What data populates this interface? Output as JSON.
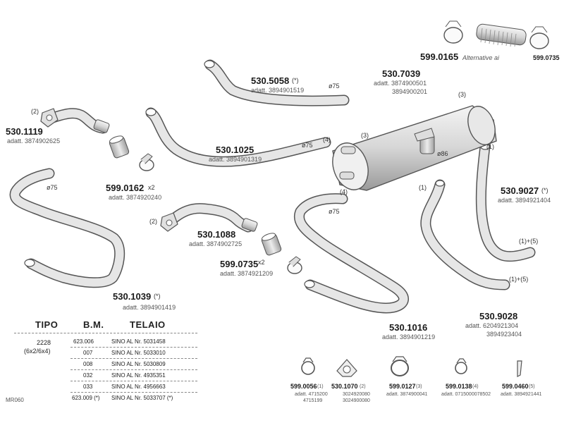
{
  "parts": {
    "p_599_0165": {
      "code": "599.0165",
      "alternative": "Alternative ai",
      "alt_code": "599.0735"
    },
    "p_530_5058": {
      "code": "530.5058",
      "suffix": "(*)",
      "adapt": "adatt. 3894901519",
      "dia": "ø75"
    },
    "p_530_7039": {
      "code": "530.7039",
      "adapt1": "adatt. 3874900501",
      "adapt2": "3894900201",
      "note3a": "(3)",
      "note3b": "(3)",
      "note4": "(4)",
      "dia": "ø86"
    },
    "p_530_1119": {
      "code": "530.1119",
      "adapt": "adatt. 3874902625",
      "note2": "(2)"
    },
    "p_530_1025": {
      "code": "530.1025",
      "adapt": "adatt. 3894901319",
      "dia": "ø75"
    },
    "p_599_0162": {
      "code": "599.0162",
      "qty": "x2",
      "adapt": "adatt. 3874920240"
    },
    "p_530_1088": {
      "code": "530.1088",
      "adapt": "adatt. 3874902725",
      "note2": "(2)"
    },
    "p_599_0735": {
      "code": "599.0735",
      "qty": "x2",
      "adapt": "adatt. 3874921209"
    },
    "p_530_1039": {
      "code": "530.1039",
      "suffix": "(*)",
      "adapt": "adatt. 3894901419",
      "dia": "ø75"
    },
    "p_530_1016": {
      "code": "530.1016",
      "adapt": "adatt. 3894901219",
      "dia": "ø75",
      "note4": "(4)"
    },
    "p_530_9027": {
      "code": "530.9027",
      "suffix": "(*)",
      "adapt": "adatt. 3894921404",
      "note1": "(1)",
      "note15": "(1)+(5)"
    },
    "p_530_9028": {
      "code": "530.9028",
      "adapt1": "adatt. 6204921304",
      "adapt2": "3894923404",
      "note1": "(1)",
      "note15": "(1)+(5)"
    }
  },
  "small_parts": [
    {
      "code": "599.0056",
      "ref": "(1)",
      "adapt1": "adatt. 4715200",
      "adapt2": "4715199"
    },
    {
      "code": "530.1070",
      "ref": "(2)",
      "adapt1": "3024920080",
      "adapt2": "3024900080"
    },
    {
      "code": "599.0127",
      "ref": "(3)",
      "adapt1": "adatt. 3874900041",
      "adapt2": ""
    },
    {
      "code": "599.0138",
      "ref": "(4)",
      "adapt1": "adatt. 0715000078502",
      "adapt2": ""
    },
    {
      "code": "599.0460",
      "ref": "(5)",
      "adapt1": "adatt. 3894921441",
      "adapt2": ""
    }
  ],
  "table": {
    "headers": [
      "TIPO",
      "B.M.",
      "TELAIO"
    ],
    "tipo": "2228",
    "tipo2": "(6x2/6x4)",
    "rows": [
      {
        "bm": "623.006",
        "telaio": "SINO AL Nr. 5031458"
      },
      {
        "bm": "007",
        "telaio": "SINO AL Nr. 5033010"
      },
      {
        "bm": "008",
        "telaio": "SINO AL Nr. 5030809"
      },
      {
        "bm": "032",
        "telaio": "SINO AL Nr. 4935351"
      },
      {
        "bm": "033",
        "telaio": "SINO AL Nr. 4956663"
      },
      {
        "bm": "623.009 (*)",
        "telaio": "SINO AL Nr. 5033707 (*)"
      }
    ]
  },
  "footer": {
    "ref": "MR060"
  }
}
